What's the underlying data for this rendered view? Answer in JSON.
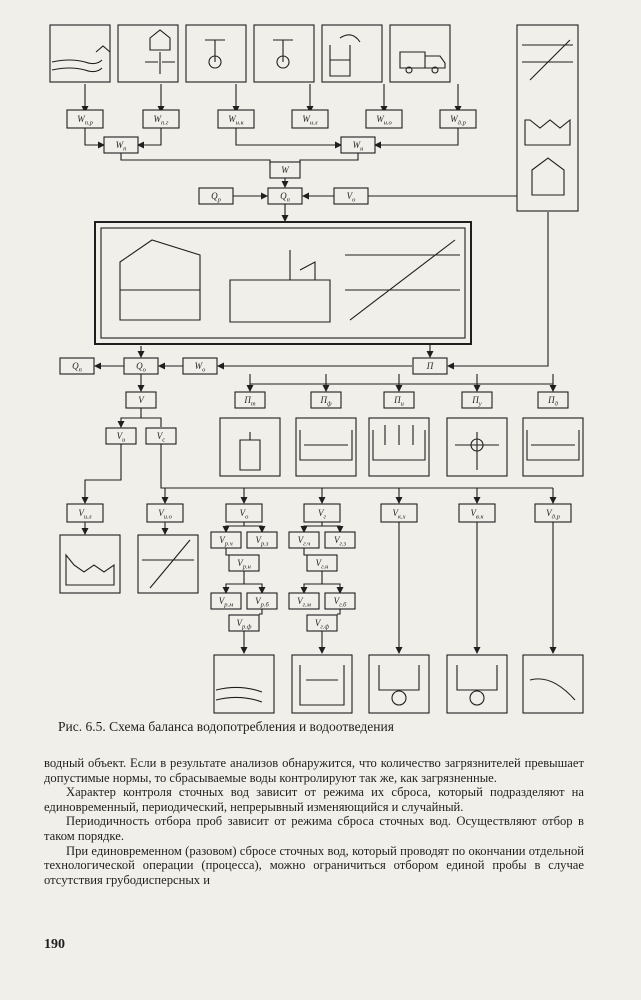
{
  "figure": {
    "sources": [
      {
        "label": "W",
        "sub": "п.р"
      },
      {
        "label": "W",
        "sub": "п.г"
      },
      {
        "label": "W",
        "sub": "н.к"
      },
      {
        "label": "W",
        "sub": "н.л"
      },
      {
        "label": "W",
        "sub": "н.о"
      },
      {
        "label": "W",
        "sub": "д.р"
      }
    ],
    "collectors": {
      "w_p": {
        "label": "W",
        "sub": "п"
      },
      "w_n": {
        "label": "W",
        "sub": "н"
      },
      "w": {
        "label": "W",
        "sub": ""
      }
    },
    "balance_row": {
      "q_r": {
        "label": "Q",
        "sub": "р"
      },
      "q_p": {
        "label": "Q",
        "sub": "п"
      },
      "v_o": {
        "label": "V",
        "sub": "о"
      }
    },
    "discharge_row": {
      "q_p2": {
        "label": "Q",
        "sub": "п"
      },
      "q_o": {
        "label": "Q",
        "sub": "о"
      },
      "w_o": {
        "label": "W",
        "sub": "о"
      },
      "p": {
        "label": "П",
        "sub": ""
      }
    },
    "reuse": {
      "v": {
        "label": "V",
        "sub": ""
      },
      "v_i": {
        "label": "V",
        "sub": "и"
      },
      "v_s": {
        "label": "V",
        "sub": "с"
      },
      "v_il": {
        "label": "V",
        "sub": "и.л"
      },
      "v_io": {
        "label": "V",
        "sub": "и.о"
      }
    },
    "losses": [
      {
        "label": "П",
        "sub": "т"
      },
      {
        "label": "П",
        "sub": "ф"
      },
      {
        "label": "П",
        "sub": "и"
      },
      {
        "label": "П",
        "sub": "у"
      },
      {
        "label": "П",
        "sub": "д"
      }
    ],
    "outlets": [
      {
        "label": "V",
        "sub": "о"
      },
      {
        "label": "V",
        "sub": "г"
      },
      {
        "label": "V",
        "sub": "к.х"
      },
      {
        "label": "V",
        "sub": "в.к"
      },
      {
        "label": "V",
        "sub": "д.р"
      }
    ],
    "o_chain": [
      {
        "label": "V",
        "sub": "р.ч"
      },
      {
        "label": "V",
        "sub": "р.з"
      },
      {
        "label": "V",
        "sub": "р.н"
      },
      {
        "label": "V",
        "sub": "р.м"
      },
      {
        "label": "V",
        "sub": "р.б"
      },
      {
        "label": "V",
        "sub": "р.ф"
      }
    ],
    "g_chain": [
      {
        "label": "V",
        "sub": "г.ч"
      },
      {
        "label": "V",
        "sub": "г.з"
      },
      {
        "label": "V",
        "sub": "г.н"
      },
      {
        "label": "V",
        "sub": "г.м"
      },
      {
        "label": "V",
        "sub": "г.б"
      },
      {
        "label": "V",
        "sub": "г.ф"
      }
    ]
  },
  "caption": "Рис. 6.5. Схема баланса водопотребления и водоотведения",
  "body": [
    "водный объект. Если в результате анализов обнаружится, что количество загрязнителей превышает допустимые нормы, то сбрасываемые воды контролируют так же, как загрязненные.",
    "Характер контроля сточных вод зависит от режима их сброса, который подразделяют на единовременный, периодический, непрерывный изменяющийся и случайный.",
    "Периодичность отбора проб зависит от режима сброса сточных вод. Осуществляют отбор в таком порядке.",
    "При единовременном (разовом) сбросе сточных вод, который проводят по окончании отдельной технологической операции (процесса), можно ограничиться отбором единой пробы в случае отсутствия грубодисперсных и"
  ],
  "page_number": "190"
}
